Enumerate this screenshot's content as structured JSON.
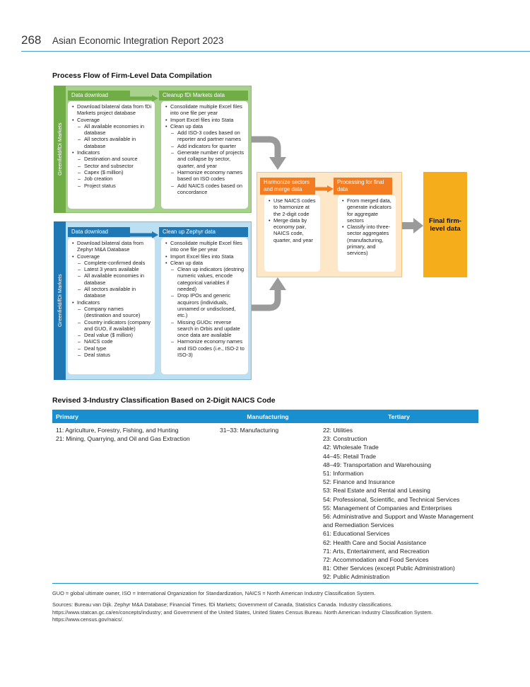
{
  "header": {
    "page_number": "268",
    "report_title": "Asian Economic Integration Report 2023"
  },
  "figure": {
    "title": "Process Flow of Firm-Level Data Compilation",
    "top_panel": {
      "side_label": "Greenfield/fDi Markets",
      "download_header": "Data download",
      "download_items": [
        {
          "t": "b",
          "text": "Download bilateral data from fDi Markets project database"
        },
        {
          "t": "b",
          "text": "Coverage"
        },
        {
          "t": "d",
          "text": "All available economies in database"
        },
        {
          "t": "d",
          "text": "All sectors available in database"
        },
        {
          "t": "b",
          "text": "Indicators"
        },
        {
          "t": "d",
          "text": "Destination and source"
        },
        {
          "t": "d",
          "text": "Sector and subsector"
        },
        {
          "t": "d",
          "text": "Capex ($ million)"
        },
        {
          "t": "d",
          "text": "Job creation"
        },
        {
          "t": "d",
          "text": "Project status"
        }
      ],
      "cleanup_header": "Cleanup fDi Markets data",
      "cleanup_items": [
        {
          "t": "b",
          "text": "Consolidate multiple Excel files into one file per year"
        },
        {
          "t": "b",
          "text": "Import Excel files into Stata"
        },
        {
          "t": "b",
          "text": "Clean up data"
        },
        {
          "t": "d",
          "text": "Add ISO-3 codes based on reporter and partner names"
        },
        {
          "t": "d",
          "text": "Add indicators for quarter"
        },
        {
          "t": "d",
          "text": "Generate number of projects and collapse by sector, quarter, and year"
        },
        {
          "t": "d",
          "text": "Harmonize economy names based on ISO codes"
        },
        {
          "t": "d",
          "text": "Add NAICS codes based on concordance"
        }
      ]
    },
    "bottom_panel": {
      "side_label": "Greenfield/fDi Markets",
      "download_header": "Data download",
      "download_items": [
        {
          "t": "b",
          "text": "Download bilateral data from Zephyr M&A Database"
        },
        {
          "t": "b",
          "text": "Coverage"
        },
        {
          "t": "d",
          "text": "Complete-confirmed deals"
        },
        {
          "t": "d",
          "text": "Latest 3 years available"
        },
        {
          "t": "d",
          "text": "All available economies in database"
        },
        {
          "t": "d",
          "text": "All sectors available in database"
        },
        {
          "t": "b",
          "text": "Indicators"
        },
        {
          "t": "d",
          "text": "Company names (destination and source)"
        },
        {
          "t": "d",
          "text": "Country indicators (company and GUO, if available)"
        },
        {
          "t": "d",
          "text": "Deal value ($ million)"
        },
        {
          "t": "d",
          "text": "NAICS code"
        },
        {
          "t": "d",
          "text": "Deal type"
        },
        {
          "t": "d",
          "text": "Deal status"
        }
      ],
      "cleanup_header": "Clean up Zephyr data",
      "cleanup_items": [
        {
          "t": "b",
          "text": "Consolidate multiple Excel files into one file per year"
        },
        {
          "t": "b",
          "text": "Import Excel files into Stata"
        },
        {
          "t": "b",
          "text": "Clean up data"
        },
        {
          "t": "d",
          "text": "Clean up indicators (destring numeric values, encode categorical variables if needed)"
        },
        {
          "t": "d",
          "text": "Drop IPOs and generic acquirors (individuals, unnamed or undisclosed, etc.)"
        },
        {
          "t": "d",
          "text": "Missing GUOs: reverse search in Orbis and update once data are available"
        },
        {
          "t": "d",
          "text": "Harmonize economy names and ISO codes (i.e., ISO-2 to ISO-3)"
        }
      ]
    },
    "merge": {
      "harmonize_header": "Harmonize sectors and merge data",
      "harmonize_items": [
        {
          "t": "b",
          "text": "Use NAICS codes to harmonize at the 2-digit code"
        },
        {
          "t": "b",
          "text": "Merge data by economy pair, NAICS code, quarter, and year"
        }
      ],
      "processing_header": "Processing for final data",
      "processing_items": [
        {
          "t": "b",
          "text": "From merged data, generate indicators for aggregate sectors"
        },
        {
          "t": "b",
          "text": "Classify into three-sector aggregates (manufacturing, primary, and services)"
        }
      ]
    },
    "final_label": "Final firm-level data"
  },
  "table": {
    "title": "Revised 3-Industry Classification Based on 2-Digit NAICS Code",
    "columns": [
      "Primary",
      "Manufacturing",
      "Tertiary"
    ],
    "primary": [
      "11: Agriculture, Forestry, Fishing, and Hunting",
      "21: Mining, Quarrying, and Oil and Gas Extraction"
    ],
    "manufacturing": [
      "31–33: Manufacturing"
    ],
    "tertiary": [
      "22: Utilities",
      "23: Construction",
      "42: Wholesale Trade",
      "44–45: Retail Trade",
      "48–49: Transportation and Warehousing",
      "51: Information",
      "52: Finance and Insurance",
      "53: Real Estate and Rental and Leasing",
      "54: Professional, Scientific, and Technical Services",
      "55: Management of Companies and Enterprises",
      "56: Administrative and Support and Waste Management and Remediation Services",
      "61: Educational Services",
      "62: Health Care and Social Assistance",
      "71: Arts, Entertainment, and Recreation",
      "72: Accommodation and Food Services",
      "81: Other Services (except Public Administration)",
      "92: Public Administration"
    ]
  },
  "notes": {
    "abbreviations": "GUO = global ultimate owner, ISO = International Organization for Standardization, NAICS = North American Industry Classification System.",
    "sources": "Sources: Bureau van Dijk. Zephyr M&A Database; Financial Times. fDi Markets; Government of Canada, Statistics Canada. Industry classifications. https://www.statcan.gc.ca/en/concepts/industry; and Government of the United States, United States Census Bureau. North American Industry Classification System. https://www.census.gov/naics/."
  },
  "colors": {
    "green": "#70ad47",
    "blue": "#1f78b4",
    "orange": "#f47c20",
    "final": "#f5ad1c",
    "table_header": "#1a8fd0"
  }
}
